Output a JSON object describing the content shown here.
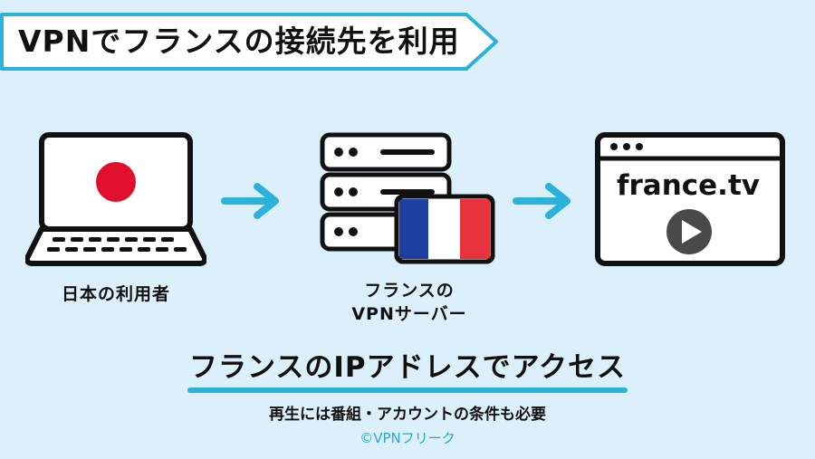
{
  "title": "VPNでフランスの接続先を利用",
  "nodes": [
    {
      "id": "laptop",
      "label": "日本の利用者",
      "icon": "laptop-japan-flag-icon"
    },
    {
      "id": "server",
      "label_line1": "フランスの",
      "label_line2": "VPNサーバー",
      "icon": "server-france-flag-icon"
    },
    {
      "id": "browser",
      "logo": "france.tv",
      "icon": "browser-window-play-icon"
    }
  ],
  "headline": "フランスのIPアドレスでアクセス",
  "subline": "再生には番組・アカウントの条件も必要",
  "credit": "©VPNフリーク",
  "colors": {
    "background": "#dcf0fb",
    "accent": "#2cb0dc",
    "japan_red": "#e0102c",
    "france_blue": "#1f3fa0",
    "france_red": "#e8323e"
  }
}
